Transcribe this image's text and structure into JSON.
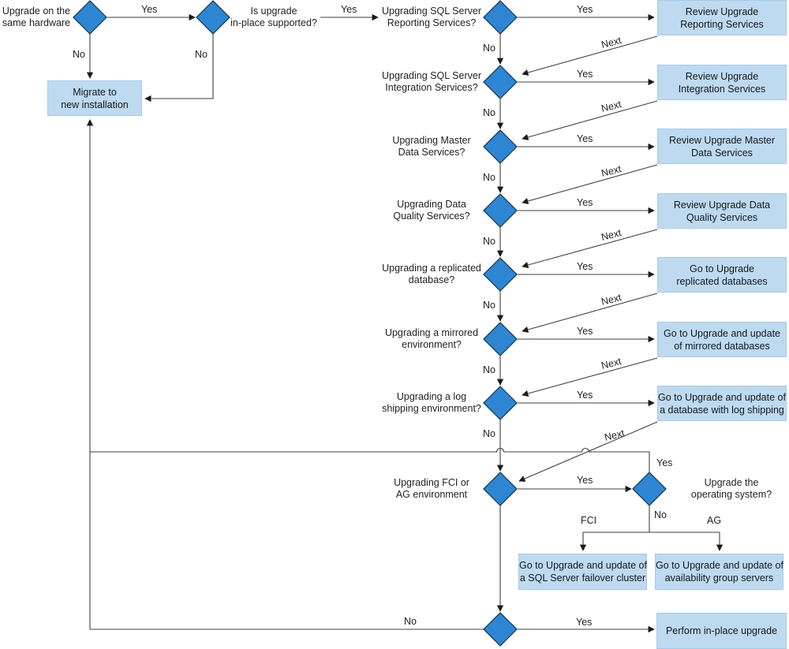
{
  "colors": {
    "diamond_fill": "#2e86d2",
    "diamond_stroke": "#1c3b5e",
    "box_fill": "#bedaf1",
    "box_border": "#a9c9e6",
    "line": "#3f3f3f",
    "text": "#1f1f1f"
  },
  "flow": {
    "start_label": [
      "Upgrade on the",
      "same hardware"
    ],
    "inplace_label": [
      "Is upgrade",
      "in-place supported?"
    ],
    "migrate_box": [
      "Migrate to",
      "new installation"
    ],
    "edges": {
      "yes": "Yes",
      "no": "No",
      "next": "Next",
      "fci": "FCI",
      "ag": "AG"
    },
    "rows": [
      {
        "question": [
          "Upgrading SQL Server",
          "Reporting Services?"
        ],
        "result": [
          "Review Upgrade",
          "Reporting Services"
        ]
      },
      {
        "question": [
          "Upgrading SQL Server",
          "Integration Services?"
        ],
        "result": [
          "Review Upgrade",
          "Integration Services"
        ]
      },
      {
        "question": [
          "Upgrading Master",
          "Data Services?"
        ],
        "result": [
          "Review Upgrade Master",
          "Data Services"
        ]
      },
      {
        "question": [
          "Upgrading Data",
          "Quality Services?"
        ],
        "result": [
          "Review Upgrade Data",
          "Quality Services"
        ]
      },
      {
        "question": [
          "Upgrading a replicated",
          "database?"
        ],
        "result": [
          "Go to Upgrade",
          "replicated databases"
        ]
      },
      {
        "question": [
          "Upgrading a mirrored",
          "environment?"
        ],
        "result": [
          "Go to Upgrade and update",
          "of mirrored databases"
        ]
      },
      {
        "question": [
          "Upgrading a log",
          "shipping environment?"
        ],
        "result": [
          "Go to Upgrade and update of",
          "a database with log shipping"
        ]
      }
    ],
    "fci_question": [
      "Upgrading FCI or",
      "AG environment"
    ],
    "os_question": [
      "Upgrade the",
      "operating system?"
    ],
    "fci_result": [
      "Go to Upgrade and update of",
      "a SQL Server failover cluster"
    ],
    "ag_result": [
      "Go to Upgrade and update of",
      "availability group servers"
    ],
    "final_result": [
      "Perform in-place upgrade"
    ]
  }
}
